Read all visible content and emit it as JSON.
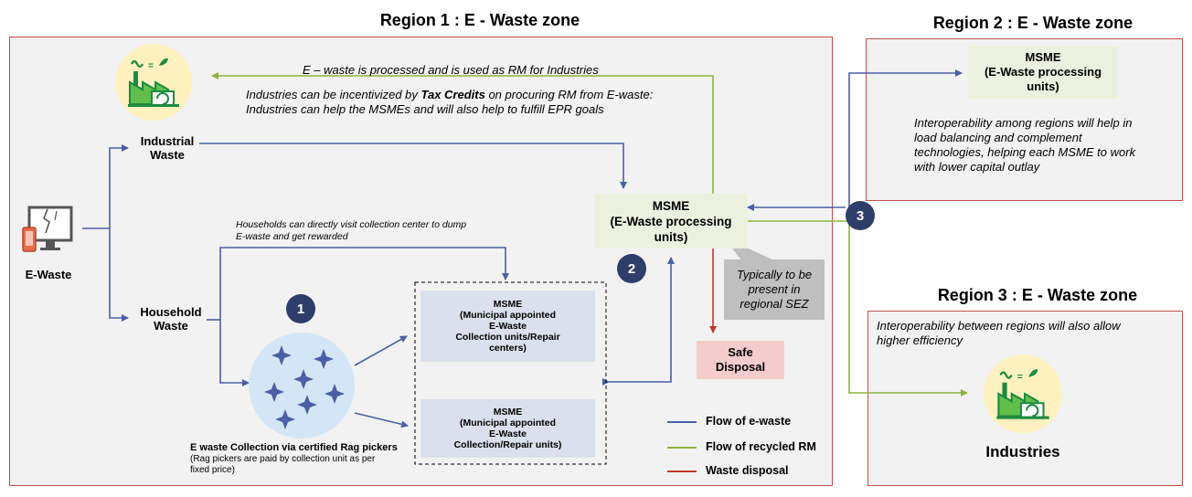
{
  "region1": {
    "title": "Region 1 : E - Waste zone",
    "top_flow_text": "E – waste is processed and is used as RM for Industries",
    "incentive_line1_prefix": "Industries can be incentivized by ",
    "incentive_line1_bold": "Tax Credits",
    "incentive_line1_suffix": " on procuring RM from E-waste:",
    "incentive_line2": "Industries can help the MSMEs and will also help to fulfill EPR goals",
    "industrial_waste_line1": "Industrial",
    "industrial_waste_line2": "Waste",
    "e_waste_label": "E-Waste",
    "household_waste_line1": "Household",
    "household_waste_line2": "Waste",
    "household_note_line1": "Households can directly visit collection center to dump",
    "household_note_line2": "E-waste and get rewarded",
    "rag_caption_line1": "E waste Collection via certified Rag pickers",
    "rag_caption_line2": "(Rag pickers are paid by collection unit as per",
    "rag_caption_line3": "fixed price)",
    "msme_collection1": [
      "MSME",
      "(Municipal appointed",
      "E-Waste",
      "Collection units/Repair",
      "centers)"
    ],
    "msme_collection2": [
      "MSME",
      "(Municipal appointed",
      "E-Waste",
      "Collection/Repair units)"
    ],
    "msme_processing": [
      "MSME",
      "(E-Waste processing",
      "units)"
    ],
    "callout": [
      "Typically to be",
      "present in",
      "regional SEZ"
    ],
    "safe_disposal": [
      "Safe",
      "Disposal"
    ],
    "badges": [
      "1",
      "2",
      "3"
    ]
  },
  "legend": [
    {
      "label": "Flow of e-waste",
      "color": "#4a5fa6"
    },
    {
      "label": "Flow of recycled RM",
      "color": "#8db33a"
    },
    {
      "label": "Waste disposal",
      "color": "#c0392b"
    }
  ],
  "region2": {
    "title": "Region 2 : E - Waste zone",
    "msme": [
      "MSME",
      "(E-Waste processing",
      "units)"
    ],
    "note": [
      "Interoperability among regions will help in",
      "load balancing and complement",
      "technologies, helping each MSME to work",
      "with lower capital outlay"
    ]
  },
  "region3": {
    "title": "Region 3 : E - Waste zone",
    "note": [
      "Interoperability between regions will also allow",
      "higher efficiency"
    ],
    "industries_label": "Industries"
  },
  "colors": {
    "ewaste_flow": "#4a5fa6",
    "rm_flow": "#8db33a",
    "disposal": "#c0392b",
    "badge": "#2f3d6b",
    "region_border": "#c0504d"
  }
}
